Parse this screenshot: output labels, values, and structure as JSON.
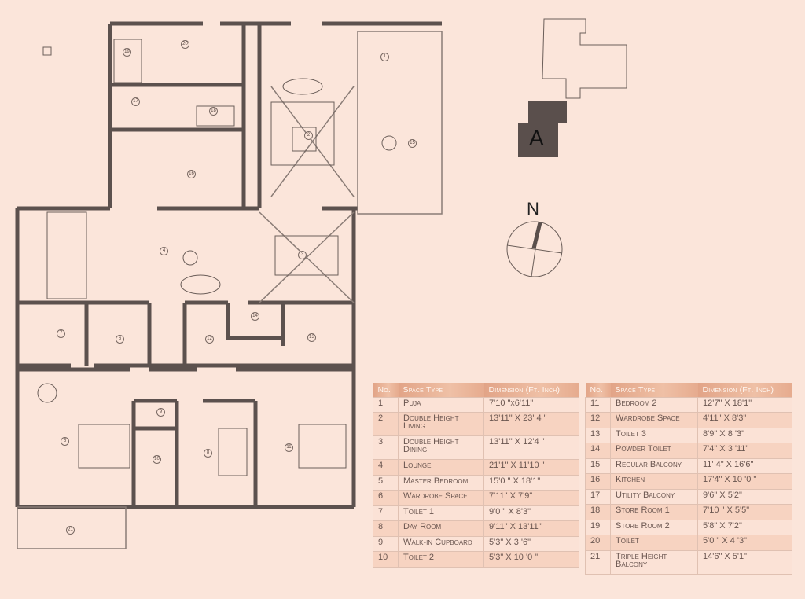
{
  "key_plan": {
    "block_label": "A",
    "north_label": "N"
  },
  "room_markers": [
    "1",
    "2",
    "3",
    "4",
    "5",
    "6",
    "7",
    "8",
    "9",
    "10",
    "11",
    "12",
    "13",
    "14",
    "15",
    "16",
    "17",
    "18",
    "19",
    "20",
    "21"
  ],
  "table_headers": {
    "no": "No.",
    "space_type": "Space Type",
    "dimension": "Dimension (Ft. Inch)"
  },
  "rooms_left": [
    {
      "no": "1",
      "type": "Puja",
      "dim": "7'10 \"x6'11\""
    },
    {
      "no": "2",
      "type": "Double Height Living",
      "dim": "13'11\" X 23' 4 \""
    },
    {
      "no": "3",
      "type": "Double Height Dining",
      "dim": "13'11\" X 12'4 \""
    },
    {
      "no": "4",
      "type": "Lounge",
      "dim": "21'1\" X 11'10 \""
    },
    {
      "no": "5",
      "type": "Master Bedroom",
      "dim": "15'0 \" X 18'1\""
    },
    {
      "no": "6",
      "type": "Wardrobe Space",
      "dim": "7'11\" X 7'9\""
    },
    {
      "no": "7",
      "type": "Toilet 1",
      "dim": "9'0 \" X 8'3\""
    },
    {
      "no": "8",
      "type": "Day Room",
      "dim": "9'11\" X 13'11\""
    },
    {
      "no": "9",
      "type": "Walk-in Cupboard",
      "dim": "5'3\" X 3 '6\""
    },
    {
      "no": "10",
      "type": "Toilet 2",
      "dim": "5'3\" X 10 '0 \""
    }
  ],
  "rooms_right": [
    {
      "no": "11",
      "type": "Bedroom 2",
      "dim": "12'7\" X 18'1\""
    },
    {
      "no": "12",
      "type": "Wardrobe Space",
      "dim": "4'11\" X 8'3\""
    },
    {
      "no": "13",
      "type": "Toilet 3",
      "dim": "8'9\" X 8 '3\""
    },
    {
      "no": "14",
      "type": "Powder Toilet",
      "dim": "7'4\" X 3 '11\""
    },
    {
      "no": "15",
      "type": "Regular Balcony",
      "dim": "11' 4\" X 16'6\""
    },
    {
      "no": "16",
      "type": "Kitchen",
      "dim": "17'4\" X 10 '0 \""
    },
    {
      "no": "17",
      "type": "Utility Balcony",
      "dim": "9'6\" X 5'2\""
    },
    {
      "no": "18",
      "type": "Store Room 1",
      "dim": "7'10 \" X 5'5\""
    },
    {
      "no": "19",
      "type": "Store Room 2",
      "dim": "5'8\" X 7'2\""
    },
    {
      "no": "20",
      "type": "Toilet",
      "dim": "5'0 \" X 4 '3\""
    },
    {
      "no": "21",
      "type": "Triple Height Balcony",
      "dim": "14'6\" X 5'1\""
    }
  ]
}
